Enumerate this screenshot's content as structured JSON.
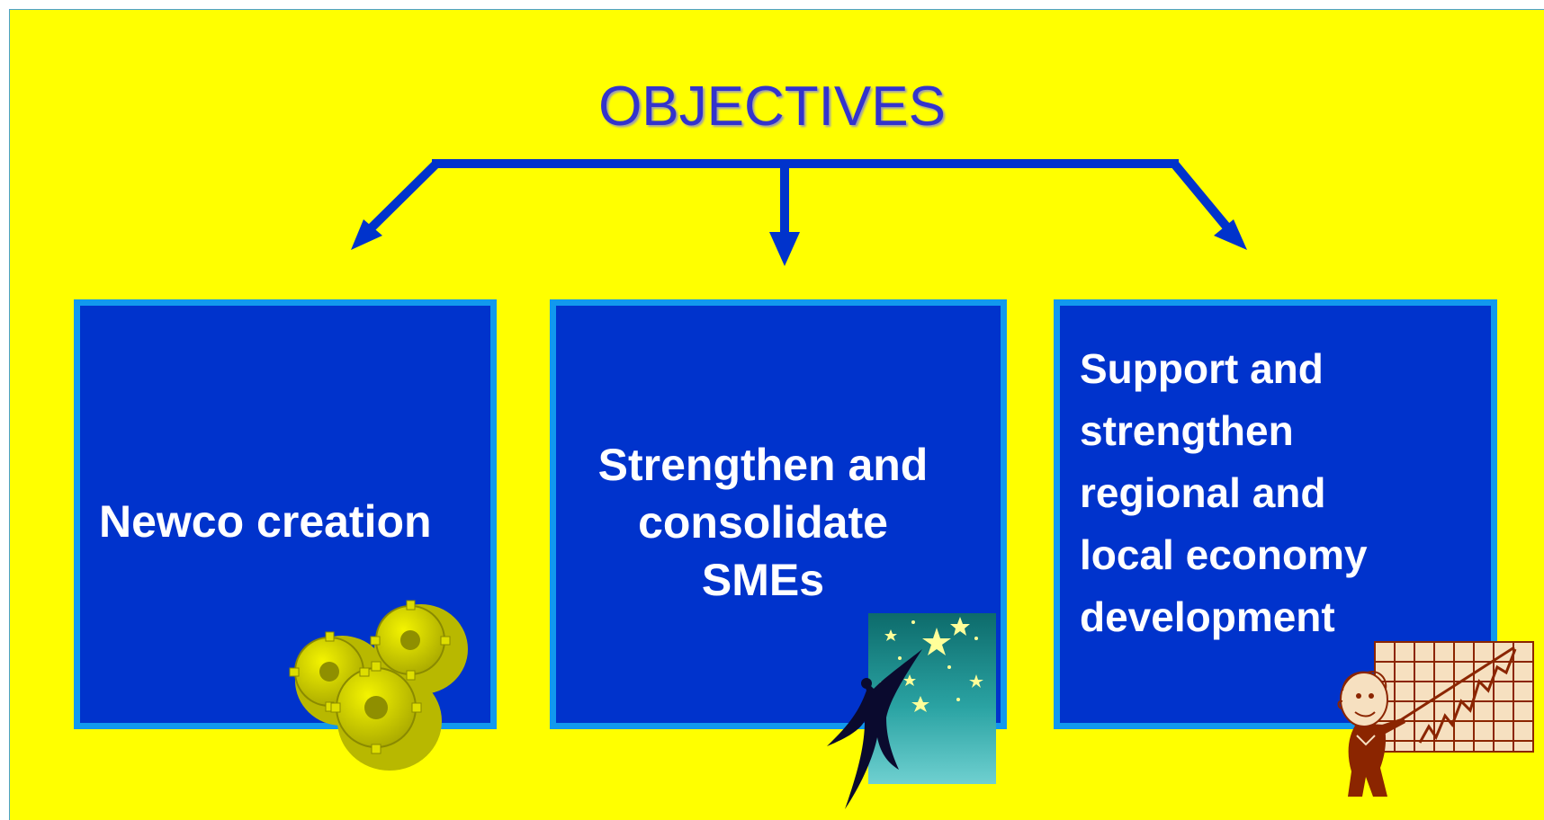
{
  "title": "OBJECTIVES",
  "colors": {
    "background": "#ffff00",
    "box_fill": "#0033cc",
    "box_border": "#1199ee",
    "title": "#3333cc",
    "arrow": "#0033cc"
  },
  "objectives": [
    {
      "label": "Newco creation",
      "clipart": "gears-icon"
    },
    {
      "label": "Strengthen and\nconsolidate\nSMEs",
      "clipart": "reach-for-stars-icon"
    },
    {
      "label": "Support and\nstrengthen\nregional and\nlocal economy\ndevelopment",
      "clipart": "presenter-chart-icon"
    }
  ]
}
